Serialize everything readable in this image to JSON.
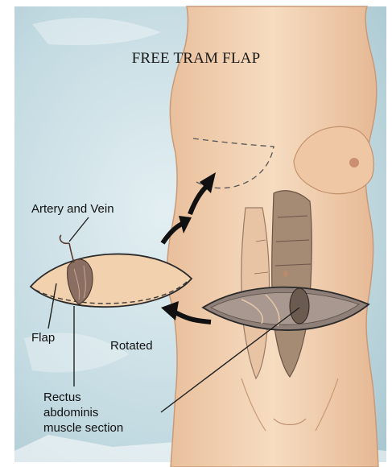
{
  "title": "FREE TRAM FLAP",
  "labels": {
    "artery_vein": "Artery and Vein",
    "flap": "Flap",
    "rotated": "Rotated",
    "rectus": [
      "Rectus",
      "abdominis",
      "muscle section"
    ]
  },
  "colors": {
    "sky": "#bcd6de",
    "skin": "#f3d2b0",
    "skin_shadow": "#d9a888",
    "tissue": "#8a7a72",
    "line": "#222222",
    "arrow": "#111111"
  }
}
